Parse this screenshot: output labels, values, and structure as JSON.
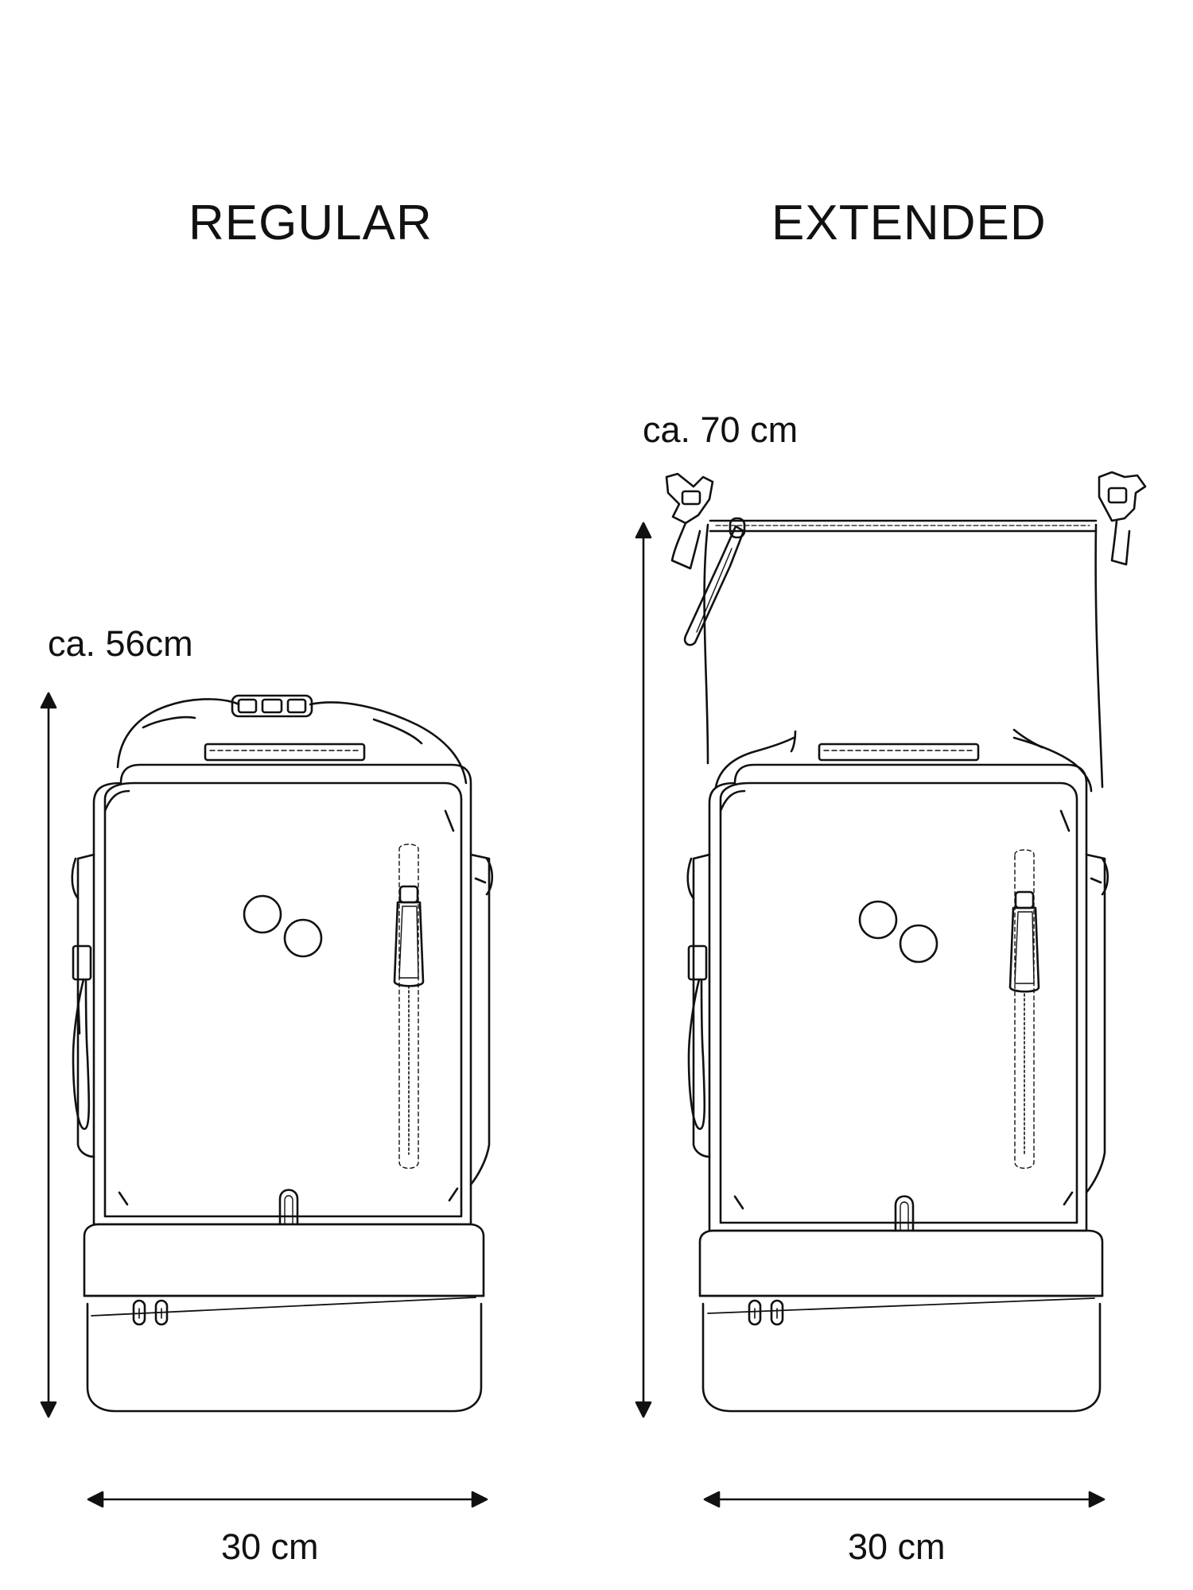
{
  "views": {
    "regular": {
      "title": "REGULAR",
      "height_label": "ca. 56cm",
      "width_label": "30 cm"
    },
    "extended": {
      "title": "EXTENDED",
      "height_label": "ca. 70 cm",
      "width_label": "30 cm"
    }
  },
  "colors": {
    "line": "#111111",
    "background": "#ffffff"
  },
  "icons": [
    "arrow-up-icon",
    "arrow-down-icon",
    "arrow-left-icon",
    "arrow-right-icon",
    "backpack-logo-icon"
  ]
}
